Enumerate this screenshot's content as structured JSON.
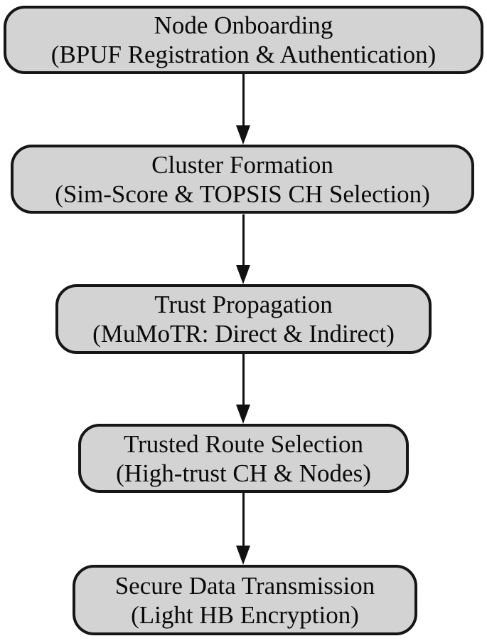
{
  "diagram": {
    "type": "flowchart",
    "direction": "top-down",
    "nodes": [
      {
        "id": "node-onboarding",
        "title": "Node Onboarding",
        "subtitle": "(BPUF Registration & Authentication)"
      },
      {
        "id": "cluster-formation",
        "title": "Cluster Formation",
        "subtitle": "(Sim-Score & TOPSIS CH Selection)"
      },
      {
        "id": "trust-propagation",
        "title": "Trust Propagation",
        "subtitle": "(MuMoTR: Direct & Indirect)"
      },
      {
        "id": "trusted-route-selection",
        "title": "Trusted Route Selection",
        "subtitle": "(High-trust CH & Nodes)"
      },
      {
        "id": "secure-data-transmission",
        "title": "Secure Data Transmission",
        "subtitle": "(Light HB Encryption)"
      }
    ],
    "edges": [
      {
        "from": "node-onboarding",
        "to": "cluster-formation"
      },
      {
        "from": "cluster-formation",
        "to": "trust-propagation"
      },
      {
        "from": "trust-propagation",
        "to": "trusted-route-selection"
      },
      {
        "from": "trusted-route-selection",
        "to": "secure-data-transmission"
      }
    ],
    "colors": {
      "node_fill": "#d3d3d3",
      "node_border": "#161616",
      "text": "#0a0a0a",
      "arrow": "#111111",
      "background": "#ffffff"
    }
  }
}
